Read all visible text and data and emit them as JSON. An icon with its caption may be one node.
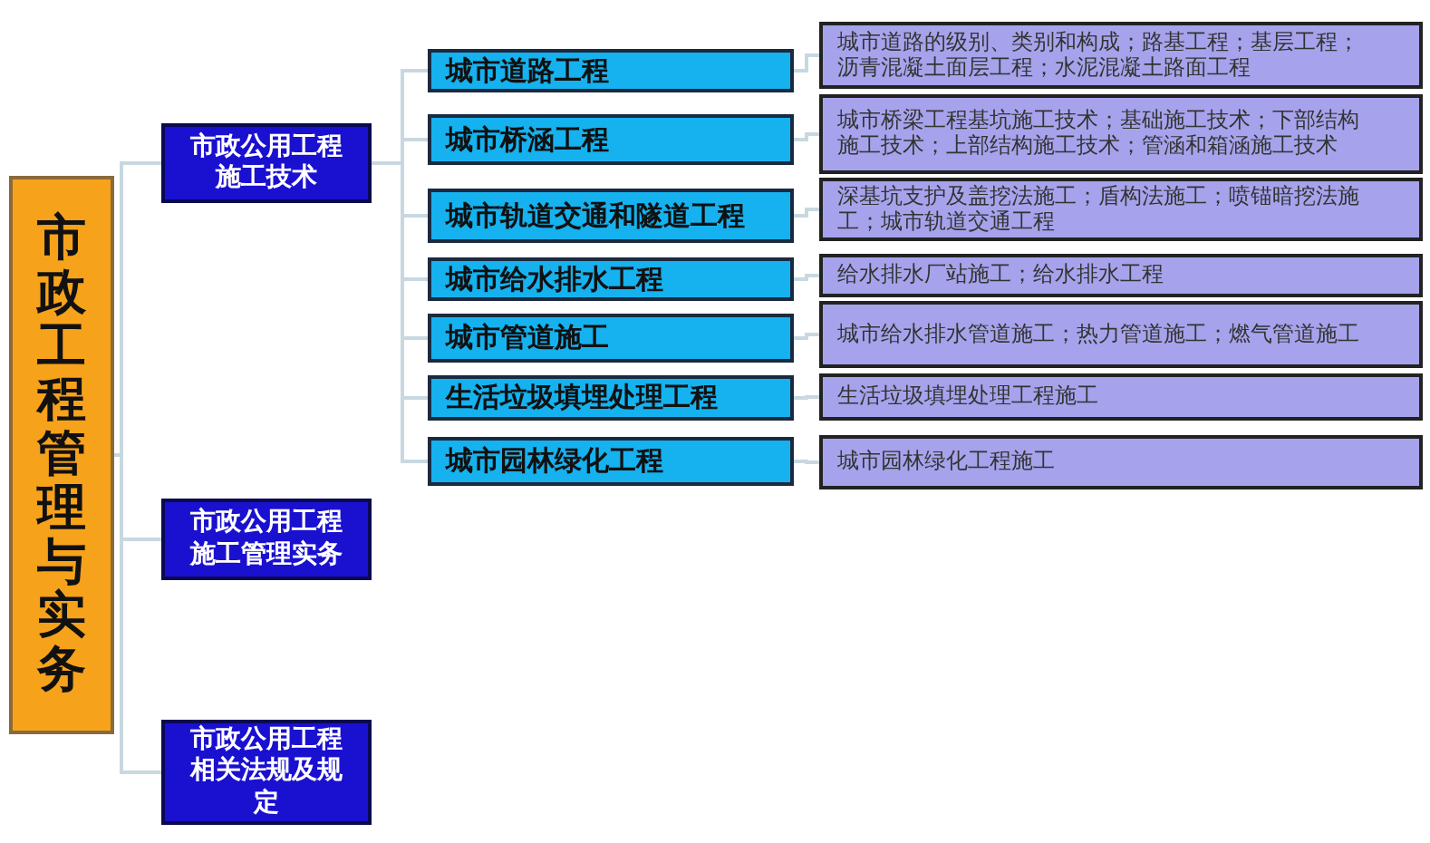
{
  "diagram": {
    "nodes": [
      {
        "text": [
          "市政工程管理与实务"
        ]
      },
      {
        "text": [
          "市政公用工程施工技术"
        ]
      },
      {
        "text": [
          "市政公用工程施工管理实务"
        ]
      },
      {
        "text": [
          "市政公用工程相关法规及规定"
        ]
      },
      {
        "text": [
          "城市道路工程"
        ]
      },
      {
        "text": [
          "城市桥涵工程"
        ]
      },
      {
        "text": [
          "城市轨道交通和隧道工程"
        ]
      },
      {
        "text": [
          "城市给水排水工程"
        ]
      },
      {
        "text": [
          "城市管道施工"
        ]
      },
      {
        "text": [
          "生活垃圾填埋处理工程"
        ]
      },
      {
        "text": [
          "城市园林绿化工程"
        ]
      },
      {
        "text": [
          "城市道路的级别、类别和构成；路基工程；基层工程；沥青混凝土面层工程；水泥混凝土路面工程"
        ]
      },
      {
        "text": [
          "城市桥梁工程基坑施工技术；基础施工技术；下部结构施工技术；上部结构施工技术；管涵和箱涵施工技术"
        ]
      },
      {
        "text": [
          "深基坑支护及盖挖法施工；盾构法施工；喷锚暗挖法施工；城市轨道交通工程"
        ]
      },
      {
        "text": [
          "给水排水厂站施工；给水排水工程"
        ]
      },
      {
        "text": [
          "城市给水排水管道施工；热力管道施工；燃气管道施工"
        ]
      },
      {
        "text": [
          "生活垃圾填埋处理工程施工"
        ]
      },
      {
        "text": [
          "城市园林绿化工程施工"
        ]
      }
    ],
    "edges": [
      {
        "from": 0,
        "to": 1,
        "arrow": "none"
      },
      {
        "from": 0,
        "to": 2,
        "arrow": "none"
      },
      {
        "from": 0,
        "to": 3,
        "arrow": "none"
      },
      {
        "from": 1,
        "to": 4,
        "arrow": "none"
      },
      {
        "from": 1,
        "to": 5,
        "arrow": "none"
      },
      {
        "from": 1,
        "to": 6,
        "arrow": "none"
      },
      {
        "from": 1,
        "to": 7,
        "arrow": "none"
      },
      {
        "from": 1,
        "to": 8,
        "arrow": "none"
      },
      {
        "from": 1,
        "to": 9,
        "arrow": "none"
      },
      {
        "from": 1,
        "to": 10,
        "arrow": "none"
      },
      {
        "from": 4,
        "to": 11,
        "arrow": "none"
      },
      {
        "from": 5,
        "to": 12,
        "arrow": "none"
      },
      {
        "from": 6,
        "to": 13,
        "arrow": "none"
      },
      {
        "from": 7,
        "to": 14,
        "arrow": "none"
      },
      {
        "from": 8,
        "to": 15,
        "arrow": "none"
      },
      {
        "from": 9,
        "to": 16,
        "arrow": "none"
      },
      {
        "from": 10,
        "to": 17,
        "arrow": "none"
      }
    ]
  }
}
